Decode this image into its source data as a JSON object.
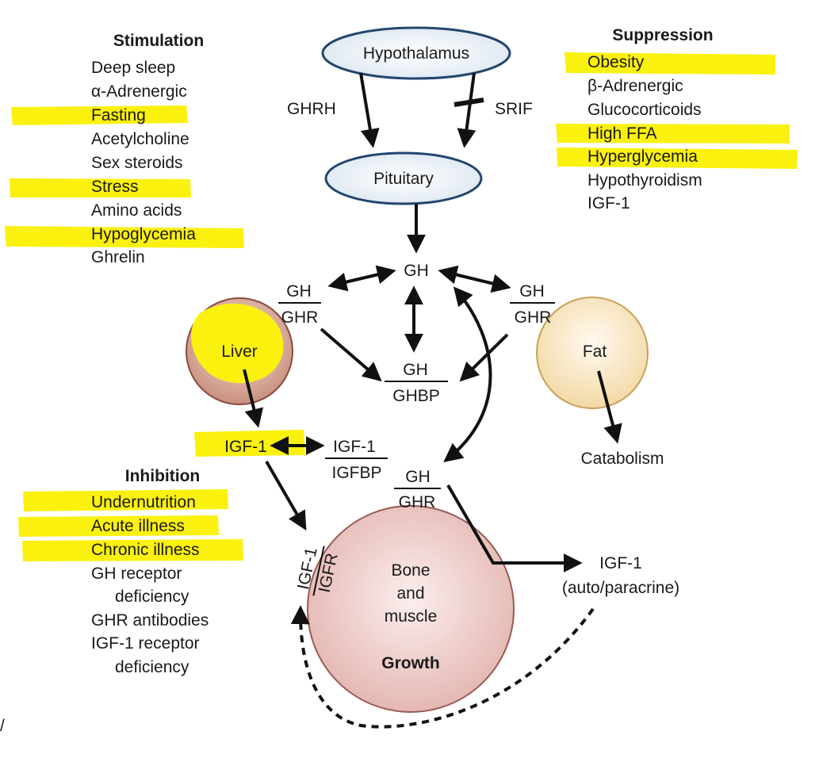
{
  "colors": {
    "highlight": "#fbf10f",
    "node_fill": "#eef3f8",
    "node_stroke": "#23466e",
    "liver_fill": "#c98f7e",
    "fat_fill": "#fbecc9",
    "bone_fill": "#eec7c3"
  },
  "nodes": {
    "hypothalamus": "Hypothalamus",
    "pituitary": "Pituitary",
    "liver": "Liver",
    "fat": "Fat",
    "bone_line1": "Bone",
    "bone_line2": "and",
    "bone_line3": "muscle",
    "growth": "Growth"
  },
  "edge_labels": {
    "ghrh": "GHRH",
    "srif": "SRIF",
    "gh_center": "GH",
    "gh_left_num": "GH",
    "ghr_left_den": "GHR",
    "gh_right_num": "GH",
    "ghr_right_den": "GHR",
    "ghbp_num": "GH",
    "ghbp_den": "GHBP",
    "igf1_liver": "IGF-1",
    "igfbp_num": "IGF-1",
    "igfbp_den": "IGFBP",
    "ghr_bottom_num": "GH",
    "ghr_bottom_den": "GHR",
    "igfr_num": "IGF-1",
    "igfr_den": "IGFR",
    "catabolism": "Catabolism",
    "auto_line1": "IGF-1",
    "auto_line2": "(auto/paracrine)"
  },
  "stimulation": {
    "title": "Stimulation",
    "items": [
      "Deep sleep",
      "α-Adrenergic",
      "Fasting",
      "Acetylcholine",
      "Sex steroids",
      "Stress",
      "Amino acids",
      "Hypoglycemia",
      "Ghrelin"
    ],
    "highlighted": [
      "Fasting",
      "Stress",
      "Hypoglycemia"
    ]
  },
  "suppression": {
    "title": "Suppression",
    "items": [
      "Obesity",
      "β-Adrenergic",
      "Glucocorticoids",
      "High FFA",
      "Hyperglycemia",
      "Hypothyroidism",
      "IGF-1"
    ],
    "highlighted": [
      "Obesity",
      "High FFA",
      "Hyperglycemia"
    ]
  },
  "inhibition": {
    "title": "Inhibition",
    "items": [
      "Undernutrition",
      "Acute illness",
      "Chronic illness",
      "GH receptor",
      "deficiency",
      "GHR antibodies",
      "IGF-1 receptor",
      "deficiency"
    ],
    "highlighted": [
      "Undernutrition",
      "Acute illness",
      "Chronic illness"
    ]
  },
  "stray_mark": "/"
}
